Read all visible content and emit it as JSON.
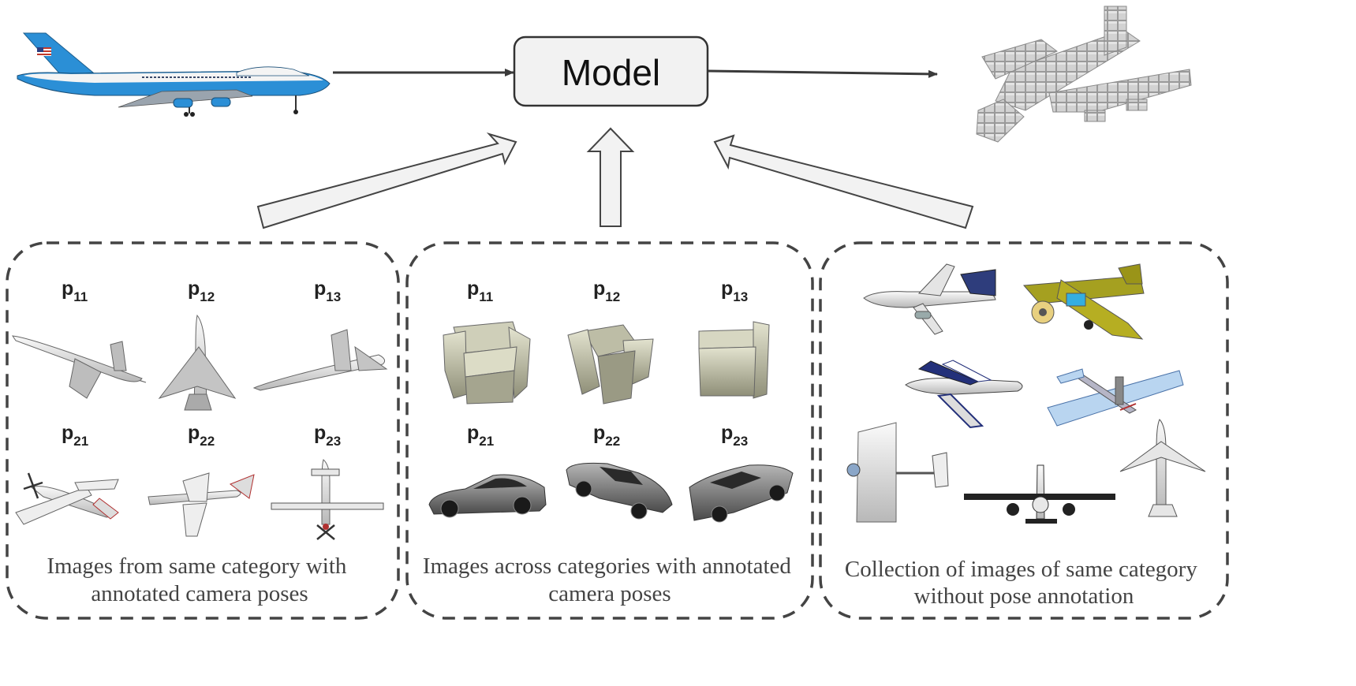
{
  "model": {
    "label": "Model"
  },
  "panels": [
    {
      "caption_lines": [
        "Images from same category with",
        "annotated camera poses"
      ],
      "poses": [
        {
          "base": "p",
          "sub": "11"
        },
        {
          "base": "p",
          "sub": "12"
        },
        {
          "base": "p",
          "sub": "13"
        },
        {
          "base": "p",
          "sub": "21"
        },
        {
          "base": "p",
          "sub": "22"
        },
        {
          "base": "p",
          "sub": "23"
        }
      ]
    },
    {
      "caption_lines": [
        "Images across categories with annotated",
        "camera poses"
      ],
      "poses": [
        {
          "base": "p",
          "sub": "11"
        },
        {
          "base": "p",
          "sub": "12"
        },
        {
          "base": "p",
          "sub": "13"
        },
        {
          "base": "p",
          "sub": "21"
        },
        {
          "base": "p",
          "sub": "22"
        },
        {
          "base": "p",
          "sub": "23"
        }
      ]
    },
    {
      "caption_lines": [
        "Collection of images of same category",
        "without pose annotation"
      ],
      "poses": []
    }
  ],
  "icons": {
    "input": "airplane-photo-icon",
    "output": "voxel-airplane-icon",
    "panel1": [
      "jet-icon",
      "jet-icon",
      "jet-icon",
      "propeller-plane-icon",
      "propeller-plane-icon",
      "propeller-plane-icon"
    ],
    "panel2": [
      "armchair-icon",
      "armchair-icon",
      "armchair-icon",
      "car-icon",
      "car-icon",
      "car-icon"
    ],
    "panel3": [
      "airliner-icon",
      "propeller-plane-icon",
      "airliner-icon",
      "glider-icon",
      "glider-icon",
      "airliner-icon",
      "airliner-icon"
    ]
  },
  "colors": {
    "arrow": "#3a3a3a",
    "hollow_arrow_fill": "#f2f2f2",
    "model_box_fill": "#f2f2f2",
    "panel_border": "#444444",
    "airplane_blue": "#2b8fd6",
    "voxel_gray": "#c9c9c9"
  }
}
